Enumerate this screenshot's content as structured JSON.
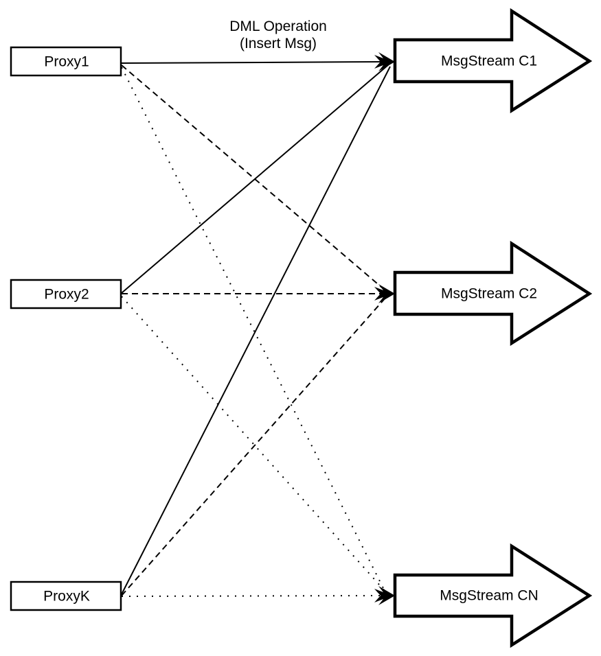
{
  "diagram": {
    "title_label": "DML Operation",
    "subtitle_label": "(Insert Msg)",
    "background_color": "#ffffff",
    "stroke_color": "#000000",
    "proxies": [
      {
        "id": "proxy1",
        "label": "Proxy1"
      },
      {
        "id": "proxy2",
        "label": "Proxy2"
      },
      {
        "id": "proxyk",
        "label": "ProxyK"
      }
    ],
    "streams": [
      {
        "id": "c1",
        "label": "MsgStream C1"
      },
      {
        "id": "c2",
        "label": "MsgStream C2"
      },
      {
        "id": "cn",
        "label": "MsgStream CN"
      }
    ],
    "edges": [
      {
        "from": "Proxy1",
        "to": "MsgStream C1",
        "style": "solid"
      },
      {
        "from": "Proxy1",
        "to": "MsgStream C2",
        "style": "dashed"
      },
      {
        "from": "Proxy1",
        "to": "MsgStream CN",
        "style": "dotted"
      },
      {
        "from": "Proxy2",
        "to": "MsgStream C1",
        "style": "solid"
      },
      {
        "from": "Proxy2",
        "to": "MsgStream C2",
        "style": "dashed"
      },
      {
        "from": "Proxy2",
        "to": "MsgStream CN",
        "style": "dotted"
      },
      {
        "from": "ProxyK",
        "to": "MsgStream C1",
        "style": "solid"
      },
      {
        "from": "ProxyK",
        "to": "MsgStream C2",
        "style": "dashed"
      },
      {
        "from": "ProxyK",
        "to": "MsgStream CN",
        "style": "dotted"
      }
    ]
  }
}
